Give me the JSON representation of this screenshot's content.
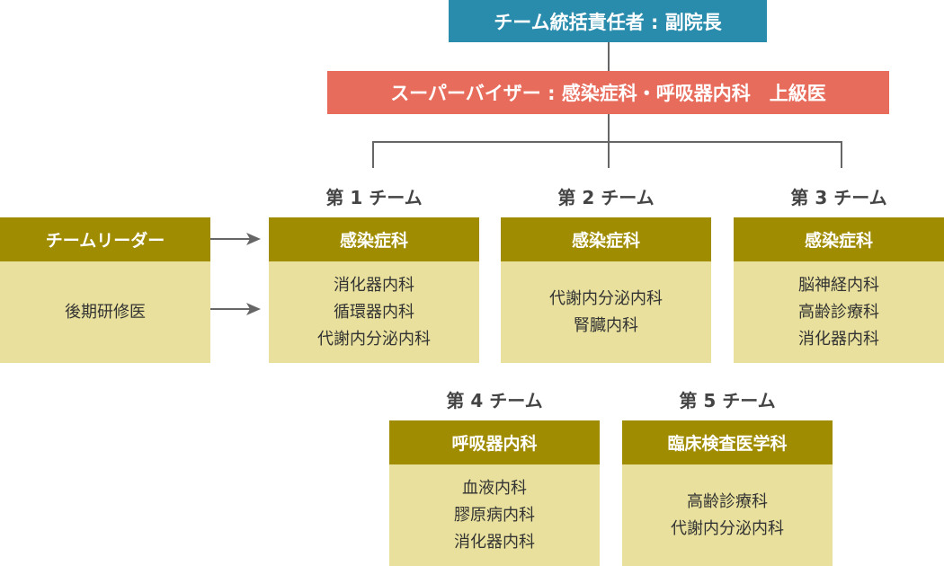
{
  "head": "チーム統括責任者 : 副院長",
  "supervisor": "スーパーバイザー : 感染症科・呼吸器内科　上級医",
  "leader": {
    "header": "チームリーダー",
    "body": "後期研修医"
  },
  "teams": [
    {
      "label": "第 1 チーム",
      "header": "感染症科",
      "members": [
        "消化器内科",
        "循環器内科",
        "代謝内分泌内科"
      ]
    },
    {
      "label": "第 2 チーム",
      "header": "感染症科",
      "members": [
        "代謝内分泌内科",
        "腎臓内科"
      ]
    },
    {
      "label": "第 3 チーム",
      "header": "感染症科",
      "members": [
        "脳神経内科",
        "高齢診療科",
        "消化器内科"
      ]
    },
    {
      "label": "第 4 チーム",
      "header": "呼吸器内科",
      "members": [
        "血液内科",
        "膠原病内科",
        "消化器内科"
      ]
    },
    {
      "label": "第 5 チーム",
      "header": "臨床検査医学科",
      "members": [
        "高齢診療科",
        "代謝内分泌内科"
      ]
    }
  ]
}
